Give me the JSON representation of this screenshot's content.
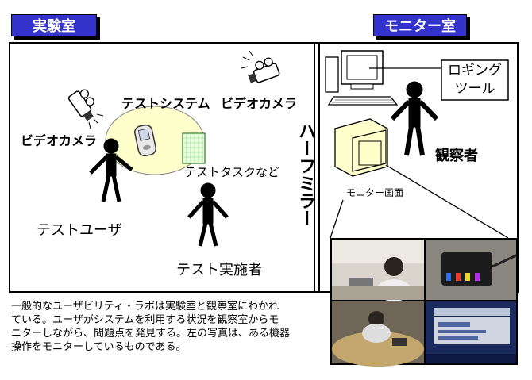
{
  "rooms": {
    "lab_title": "実験室",
    "monitor_room_title": "モニター室"
  },
  "labels": {
    "test_system": "テストシステム",
    "video_camera_left": "ビデオカメラ",
    "video_camera_right": "ビデオカメラ",
    "test_user": "テストユーザ",
    "test_task": "テストタスクなど",
    "test_operator": "テスト実施者",
    "half_mirror": "ハーフミラー",
    "logging_tool": "ロギング\nツール",
    "observer": "観察者",
    "monitor_screen": "モニター画面"
  },
  "description": "一般的なユーザビリティ・ラボは実験室と観察室にわかれ\nている。ユーザがシステムを利用する状況を観察室からモ\nニターしながら、問題点を発見する。左の写真は、ある機器\n操作をモニターしているものである。",
  "colors": {
    "room_label_bg": "#3333cc",
    "ellipse_fill": "#ffffcc"
  }
}
